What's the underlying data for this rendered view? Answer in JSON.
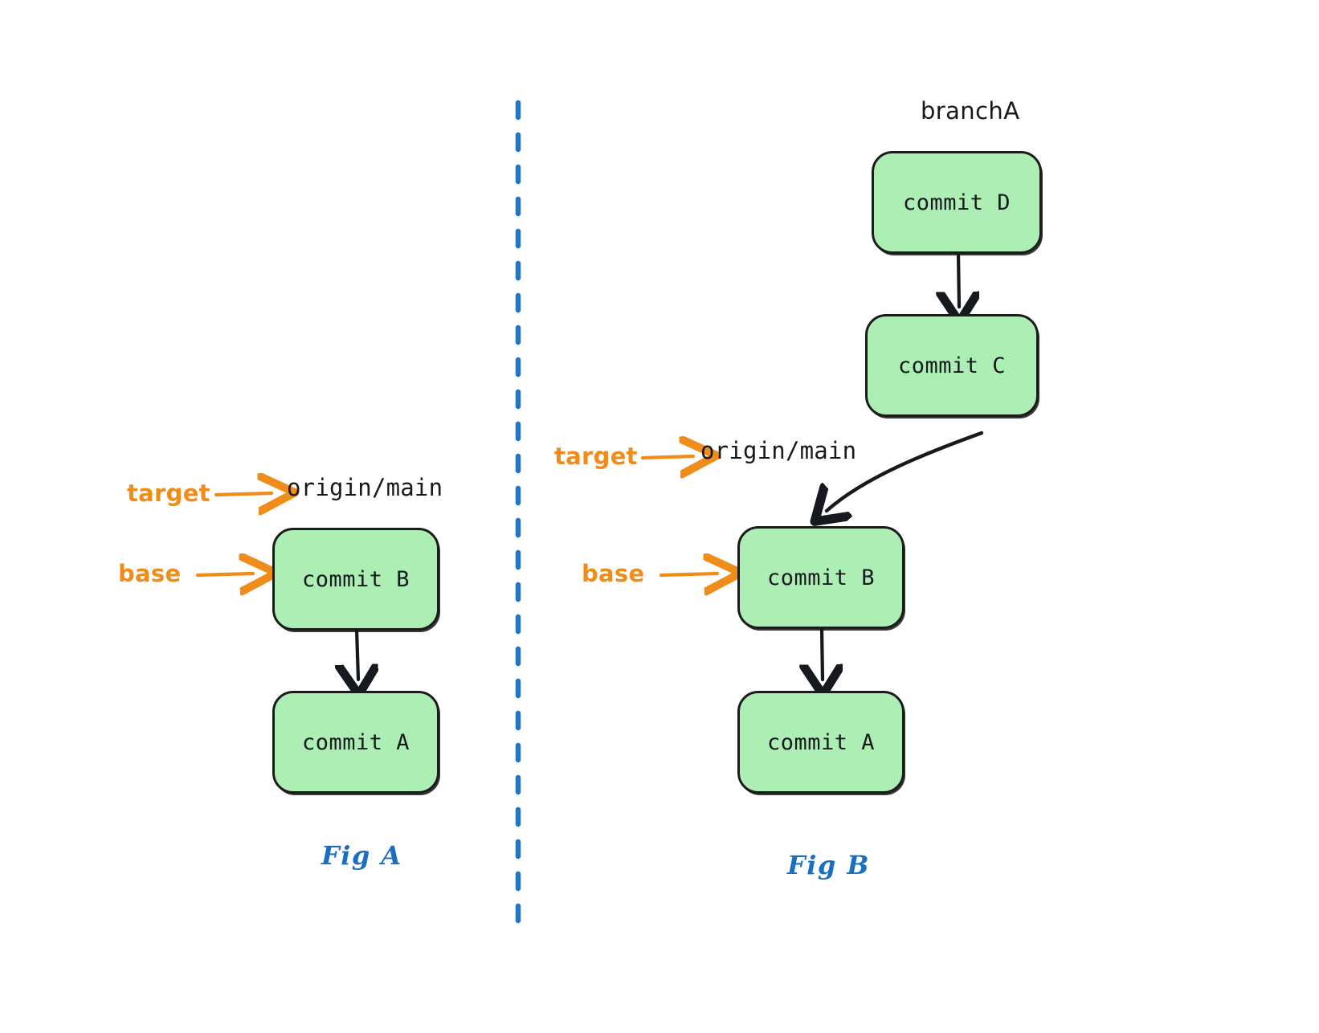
{
  "diagram": {
    "title": "Git rebase base and target illustration",
    "background": "#ffffff",
    "colors": {
      "node_fill": "#ACEEB4",
      "node_stroke": "#1b1b1b",
      "annotation": "#F08C1A",
      "caption": "#1B6FC0",
      "divider": "#1F77C4",
      "arrow": "#16191d"
    }
  },
  "divider": {
    "name": "vertical-dashed-divider",
    "style": "dashed",
    "color": "#1F77C4"
  },
  "figures": [
    {
      "id": "fig-a",
      "caption": "Fig A",
      "annotations": [
        {
          "key": "target",
          "label": "target",
          "points_to": "origin/main"
        },
        {
          "key": "base",
          "label": "base",
          "points_to": "commit B"
        }
      ],
      "refs": [
        {
          "key": "origin-main",
          "label": "origin/main"
        }
      ],
      "nodes": [
        {
          "id": "a-commit-b",
          "label": "commit B"
        },
        {
          "id": "a-commit-a",
          "label": "commit A"
        }
      ],
      "edges": [
        {
          "from": "commit B",
          "to": "commit A",
          "kind": "straight"
        }
      ]
    },
    {
      "id": "fig-b",
      "caption": "Fig B",
      "annotations": [
        {
          "key": "target",
          "label": "target",
          "points_to": "origin/main"
        },
        {
          "key": "base",
          "label": "base",
          "points_to": "commit B"
        }
      ],
      "refs": [
        {
          "key": "branch-a",
          "label": "branchA"
        },
        {
          "key": "origin-main",
          "label": "origin/main"
        }
      ],
      "nodes": [
        {
          "id": "b-commit-d",
          "label": "commit D"
        },
        {
          "id": "b-commit-c",
          "label": "commit C"
        },
        {
          "id": "b-commit-b",
          "label": "commit B"
        },
        {
          "id": "b-commit-a",
          "label": "commit A"
        }
      ],
      "edges": [
        {
          "from": "commit D",
          "to": "commit C",
          "kind": "straight"
        },
        {
          "from": "commit C",
          "to": "commit B",
          "kind": "curved"
        },
        {
          "from": "commit B",
          "to": "commit A",
          "kind": "straight"
        }
      ]
    }
  ]
}
